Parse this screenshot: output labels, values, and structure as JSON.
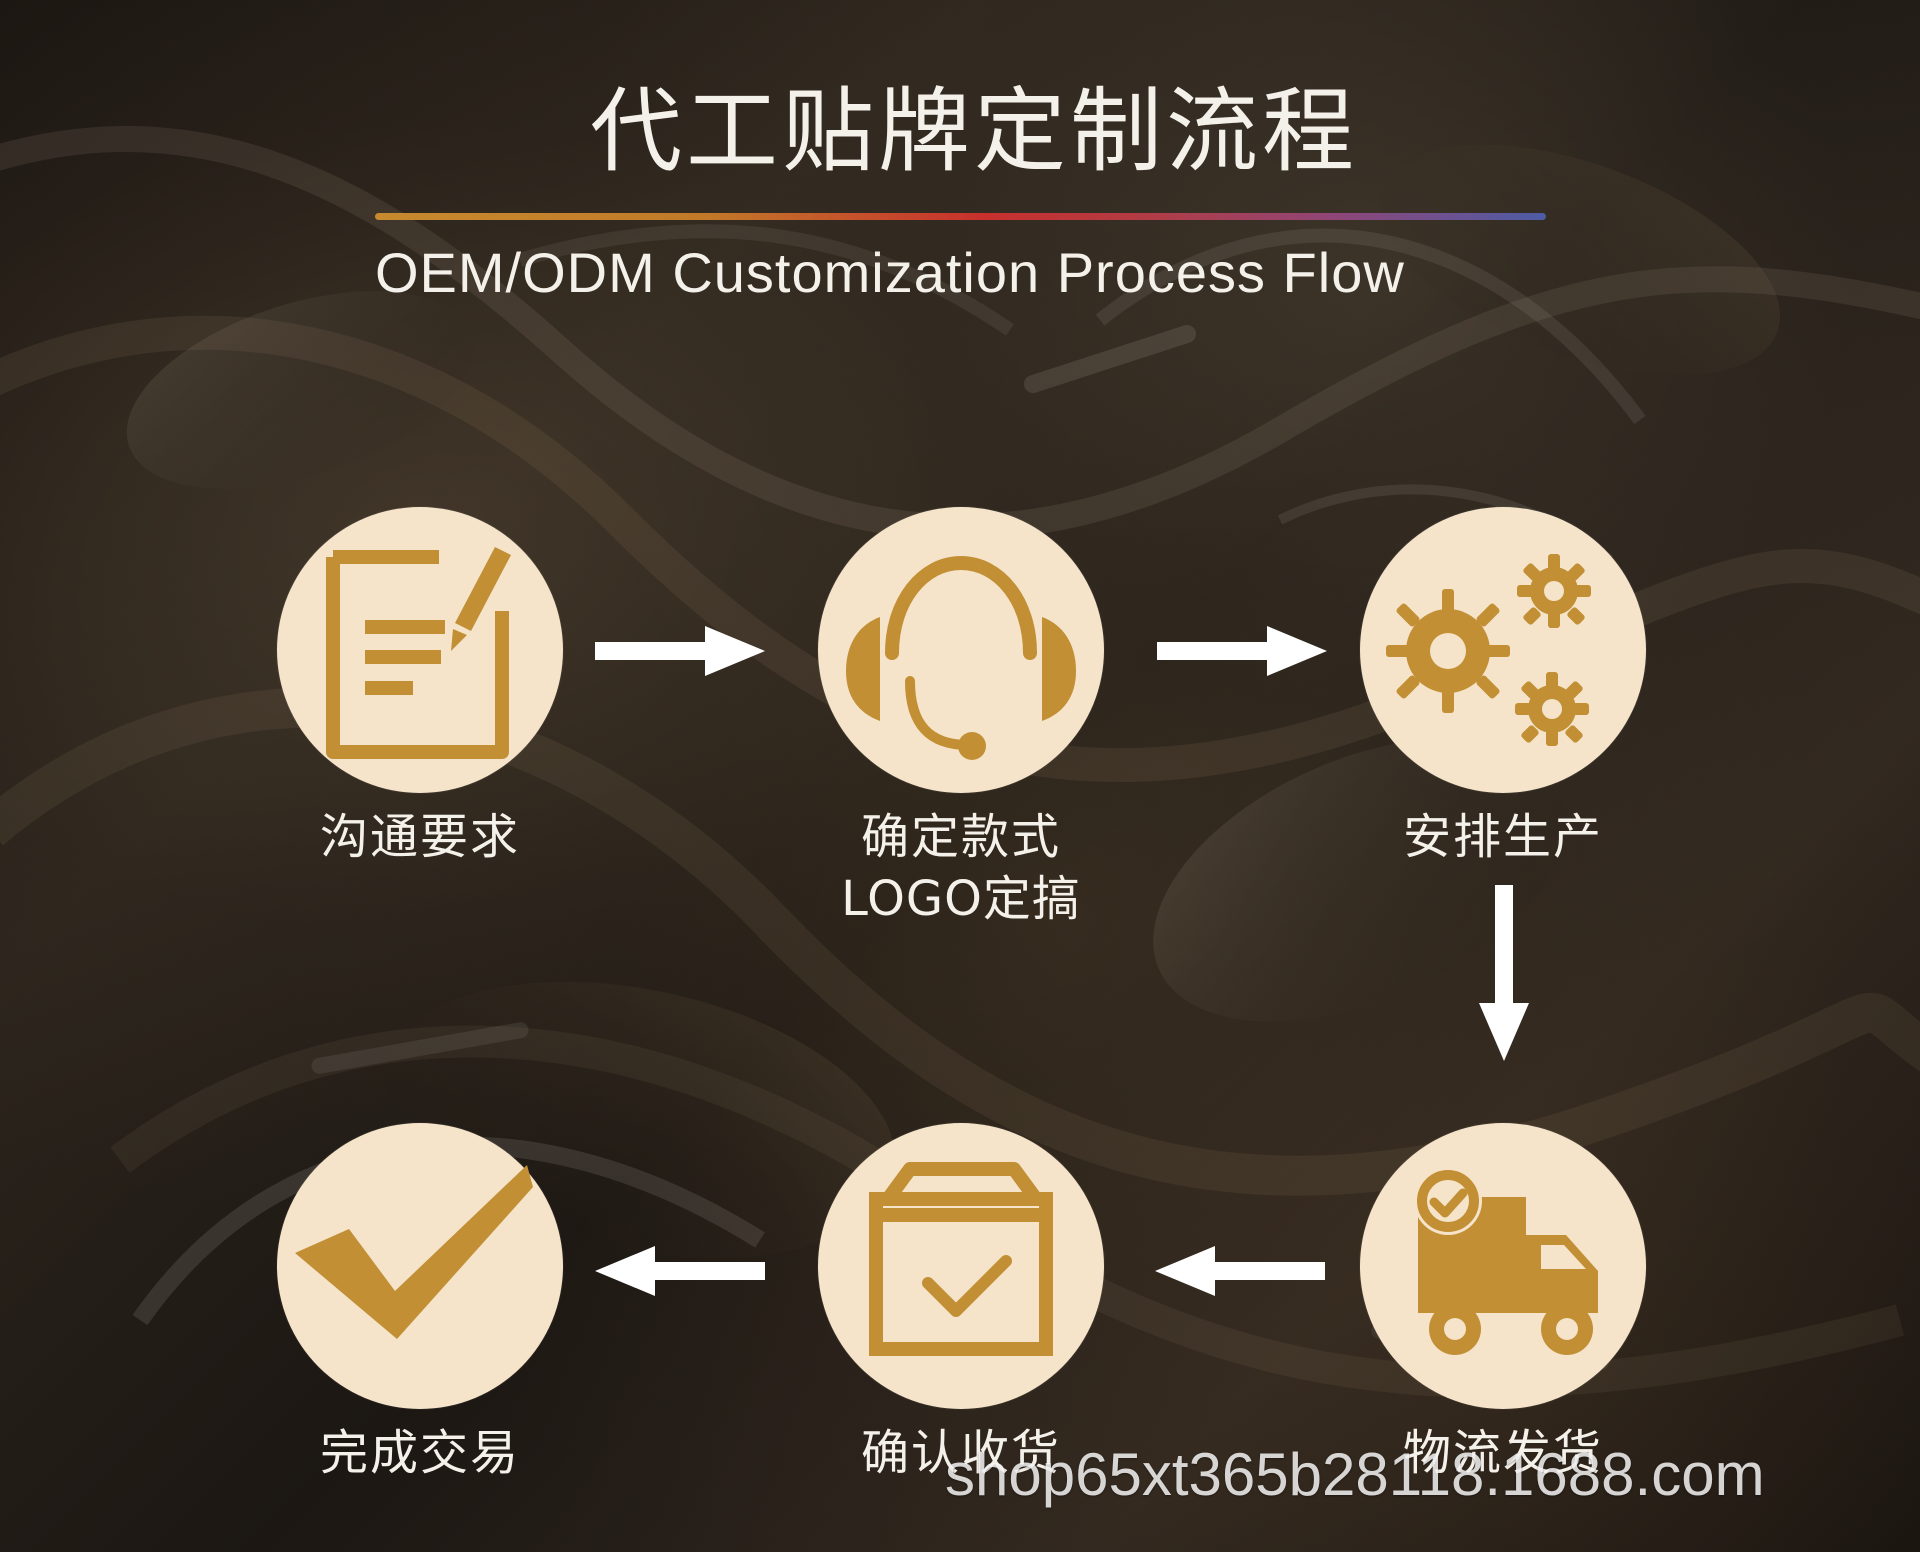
{
  "header": {
    "title": "代工贴牌定制流程",
    "subtitle": "OEM/ODM Customization Process Flow"
  },
  "steps": [
    {
      "label": "沟通要求",
      "icon": "document-edit-icon"
    },
    {
      "label": "确定款式",
      "sublabel": "LOGO定搞",
      "icon": "headset-icon"
    },
    {
      "label": "安排生产",
      "icon": "gears-icon"
    },
    {
      "label": "物流发货",
      "icon": "delivery-truck-icon"
    },
    {
      "label": "确认收货",
      "icon": "box-check-icon"
    },
    {
      "label": "完成交易",
      "icon": "checkmark-icon"
    }
  ],
  "flow": {
    "arrows": [
      "right",
      "right",
      "down",
      "left",
      "left"
    ]
  },
  "watermark": "shop65xt365b28118.1688.com",
  "colors": {
    "accent_gold": "#c28f35",
    "circle_fill": "#f5e4ca",
    "text_light": "#f4f0ea"
  }
}
